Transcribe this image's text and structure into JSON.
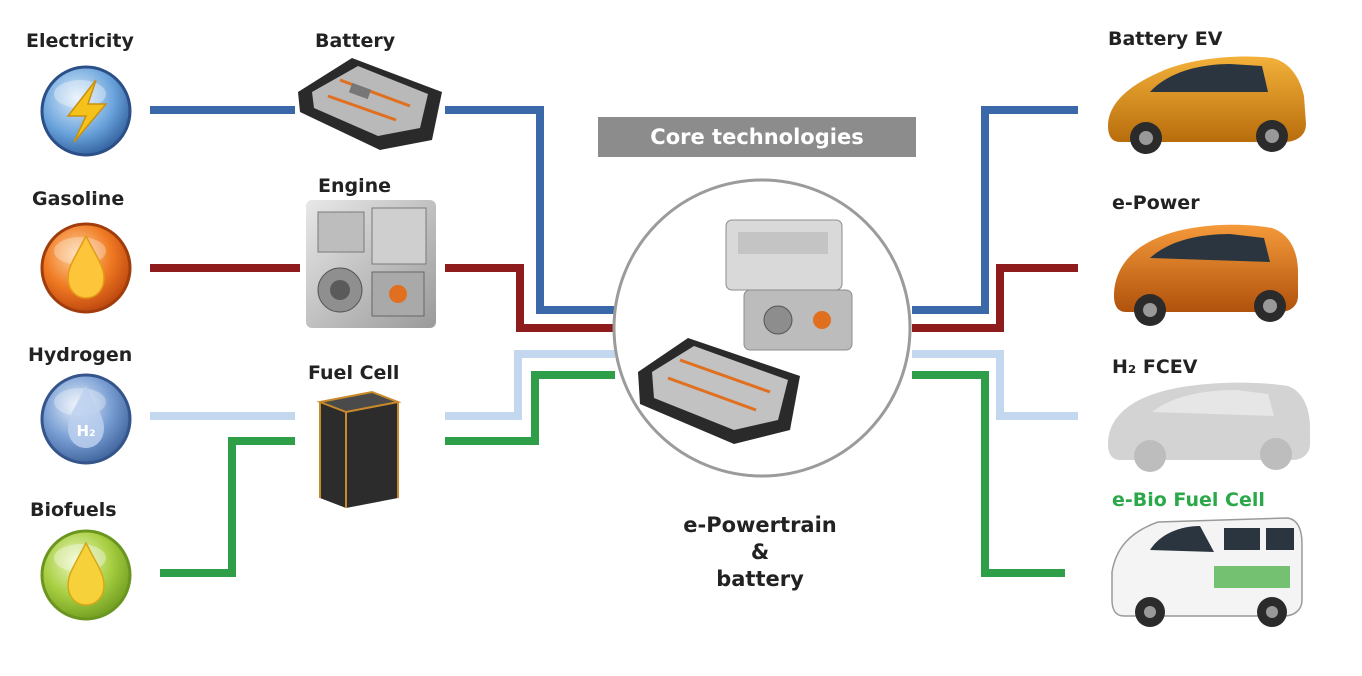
{
  "sources": [
    {
      "label": "Electricity",
      "icon": "lightning-icon"
    },
    {
      "label": "Gasoline",
      "icon": "fuel-drop-icon"
    },
    {
      "label": "Hydrogen",
      "icon": "hydrogen-drop-icon",
      "symbol": "H₂"
    },
    {
      "label": "Biofuels",
      "icon": "biofuel-drop-icon"
    }
  ],
  "technologies": [
    {
      "label": "Battery"
    },
    {
      "label": "Engine"
    },
    {
      "label": "Fuel Cell"
    }
  ],
  "core": {
    "label": "Core technologies",
    "caption_lines": [
      "e-Powertrain",
      "&",
      "battery"
    ]
  },
  "vehicles": [
    {
      "label": "Battery EV",
      "color": "#222222"
    },
    {
      "label": "e-Power",
      "color": "#222222"
    },
    {
      "label": "H₂ FCEV",
      "color": "#222222"
    },
    {
      "label": "e-Bio Fuel Cell",
      "color": "#2aa84a"
    }
  ],
  "colors": {
    "electricity": "#3a68a8",
    "gasoline": "#8e1c1c",
    "hydrogen": "#c3d7ef",
    "biofuel": "#2e9e48"
  }
}
